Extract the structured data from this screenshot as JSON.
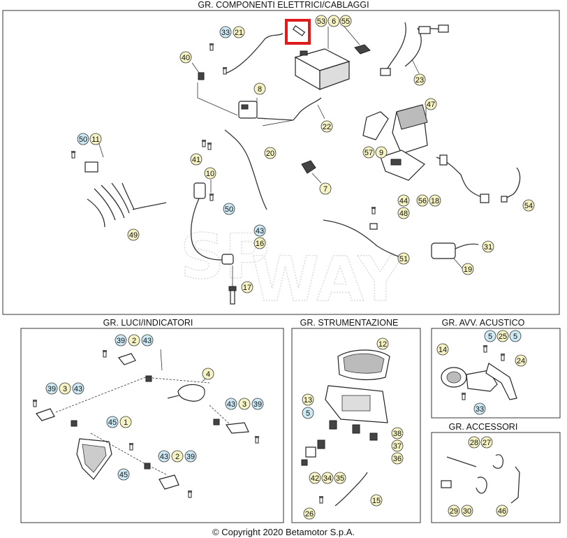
{
  "sections": {
    "main_title": "GR. COMPONENTI ELETTRICI/CABLAGGI",
    "lights_title": "GR. LUCI/INDICATORI",
    "instruments_title": "GR. STRUMENTAZIONE",
    "horn_title": "GR. AVV. ACUSTICO",
    "accessories_title": "GR. ACCESSORI"
  },
  "footer": "© Copyright 2020 Betamotor S.p.A.",
  "colors": {
    "bubble_yellow": "#f6f3c4",
    "bubble_blue": "#cdeaf5",
    "highlight": "#e01b1b"
  },
  "callouts": {
    "c53": "53",
    "c6": "6",
    "c55": "55",
    "c33a": "33",
    "c21": "21",
    "c40": "40",
    "c8": "8",
    "c23": "23",
    "c22": "22",
    "c47": "47",
    "c57": "57",
    "c9": "9",
    "c50a": "50",
    "c11": "11",
    "c20": "20",
    "c41": "41",
    "c7": "7",
    "c10": "10",
    "c50b": "50",
    "c44": "44",
    "c48": "48",
    "c56": "56",
    "c18": "18",
    "c54": "54",
    "c49": "49",
    "c43a": "43",
    "c16": "16",
    "c51": "51",
    "c31": "31",
    "c19": "19",
    "c17": "17",
    "l39a": "39",
    "l2a": "2",
    "l43a": "43",
    "l4": "4",
    "l39b": "39",
    "l3a": "3",
    "l43b": "43",
    "l43c": "43",
    "l3b": "3",
    "l39c": "39",
    "l45a": "45",
    "l1": "1",
    "l45b": "45",
    "l43d": "43",
    "l2b": "2",
    "l39d": "39",
    "s12": "12",
    "s13": "13",
    "s5": "5",
    "s38": "38",
    "s37": "37",
    "s36": "36",
    "s42": "42",
    "s34": "34",
    "s35": "35",
    "s15": "15",
    "s26": "26",
    "h14": "14",
    "h5a": "5",
    "h25": "25",
    "h5b": "5",
    "h24": "24",
    "h33": "33",
    "a28": "28",
    "a27": "27",
    "a29": "29",
    "a30": "30",
    "a46": "46"
  }
}
